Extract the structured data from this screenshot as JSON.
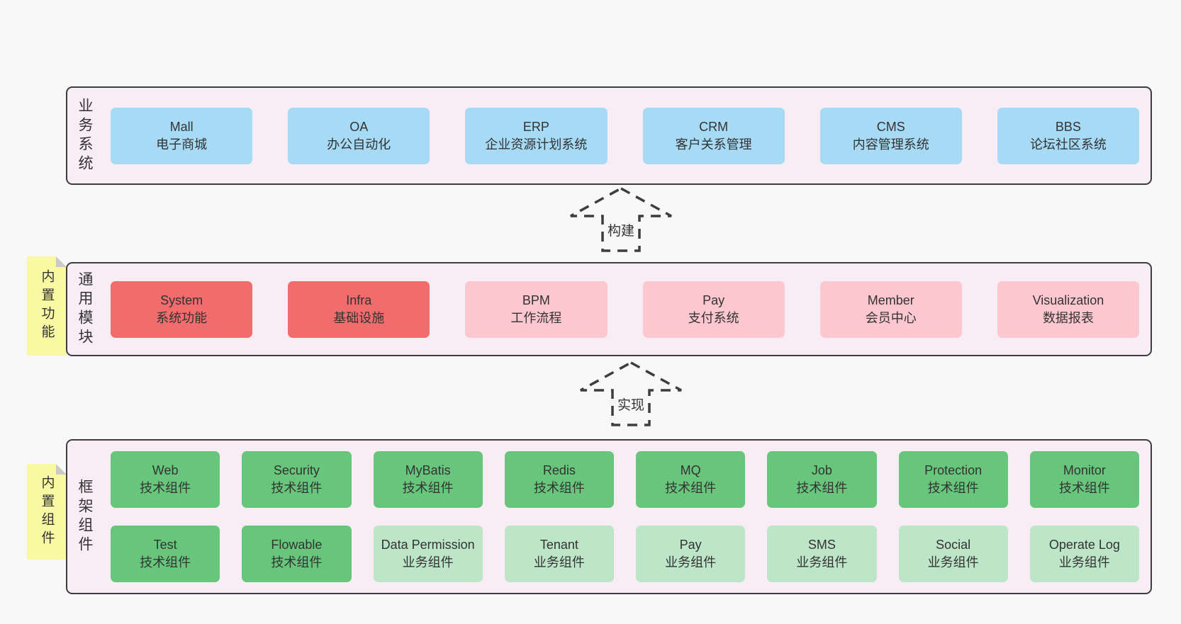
{
  "colors": {
    "page-bg": "#f8f8f8",
    "container-bg": "#f8edf5",
    "line": "#3d3d3d",
    "text": "#333333",
    "blue": "#a6daf5",
    "red": "#f16c6c",
    "pink": "#fcc7ce",
    "green": "#67c67b",
    "lightgreen": "#bde5c8",
    "yellow": "#f9f9a3",
    "fold": "#c9c9c9"
  },
  "arrows": [
    {
      "label": "构建"
    },
    {
      "label": "实现"
    }
  ],
  "layers": [
    {
      "label": "业务系统",
      "boxes": [
        {
          "title": "Mall",
          "subtitle": "电子商城",
          "variant": "blue"
        },
        {
          "title": "OA",
          "subtitle": "办公自动化",
          "variant": "blue"
        },
        {
          "title": "ERP",
          "subtitle": "企业资源计划系统",
          "variant": "blue"
        },
        {
          "title": "CRM",
          "subtitle": "客户关系管理",
          "variant": "blue"
        },
        {
          "title": "CMS",
          "subtitle": "内容管理系统",
          "variant": "blue"
        },
        {
          "title": "BBS",
          "subtitle": "论坛社区系统",
          "variant": "blue"
        }
      ]
    },
    {
      "label": "通用模块",
      "note": "内置功能",
      "boxes": [
        {
          "title": "System",
          "subtitle": "系统功能",
          "variant": "red"
        },
        {
          "title": "Infra",
          "subtitle": "基础设施",
          "variant": "red"
        },
        {
          "title": "BPM",
          "subtitle": "工作流程",
          "variant": "pink"
        },
        {
          "title": "Pay",
          "subtitle": "支付系统",
          "variant": "pink"
        },
        {
          "title": "Member",
          "subtitle": "会员中心",
          "variant": "pink"
        },
        {
          "title": "Visualization",
          "subtitle": "数据报表",
          "variant": "pink"
        }
      ]
    },
    {
      "label": "框架组件",
      "note": "内置组件",
      "rows": [
        [
          {
            "title": "Web",
            "subtitle": "技术组件",
            "variant": "green"
          },
          {
            "title": "Security",
            "subtitle": "技术组件",
            "variant": "green"
          },
          {
            "title": "MyBatis",
            "subtitle": "技术组件",
            "variant": "green"
          },
          {
            "title": "Redis",
            "subtitle": "技术组件",
            "variant": "green"
          },
          {
            "title": "MQ",
            "subtitle": "技术组件",
            "variant": "green"
          },
          {
            "title": "Job",
            "subtitle": "技术组件",
            "variant": "green"
          },
          {
            "title": "Protection",
            "subtitle": "技术组件",
            "variant": "green"
          },
          {
            "title": "Monitor",
            "subtitle": "技术组件",
            "variant": "green"
          }
        ],
        [
          {
            "title": "Test",
            "subtitle": "技术组件",
            "variant": "green"
          },
          {
            "title": "Flowable",
            "subtitle": "技术组件",
            "variant": "green"
          },
          {
            "title": "Data Permission",
            "subtitle": "业务组件",
            "variant": "lightgreen"
          },
          {
            "title": "Tenant",
            "subtitle": "业务组件",
            "variant": "lightgreen"
          },
          {
            "title": "Pay",
            "subtitle": "业务组件",
            "variant": "lightgreen"
          },
          {
            "title": "SMS",
            "subtitle": "业务组件",
            "variant": "lightgreen"
          },
          {
            "title": "Social",
            "subtitle": "业务组件",
            "variant": "lightgreen"
          },
          {
            "title": "Operate Log",
            "subtitle": "业务组件",
            "variant": "lightgreen"
          }
        ]
      ]
    }
  ]
}
